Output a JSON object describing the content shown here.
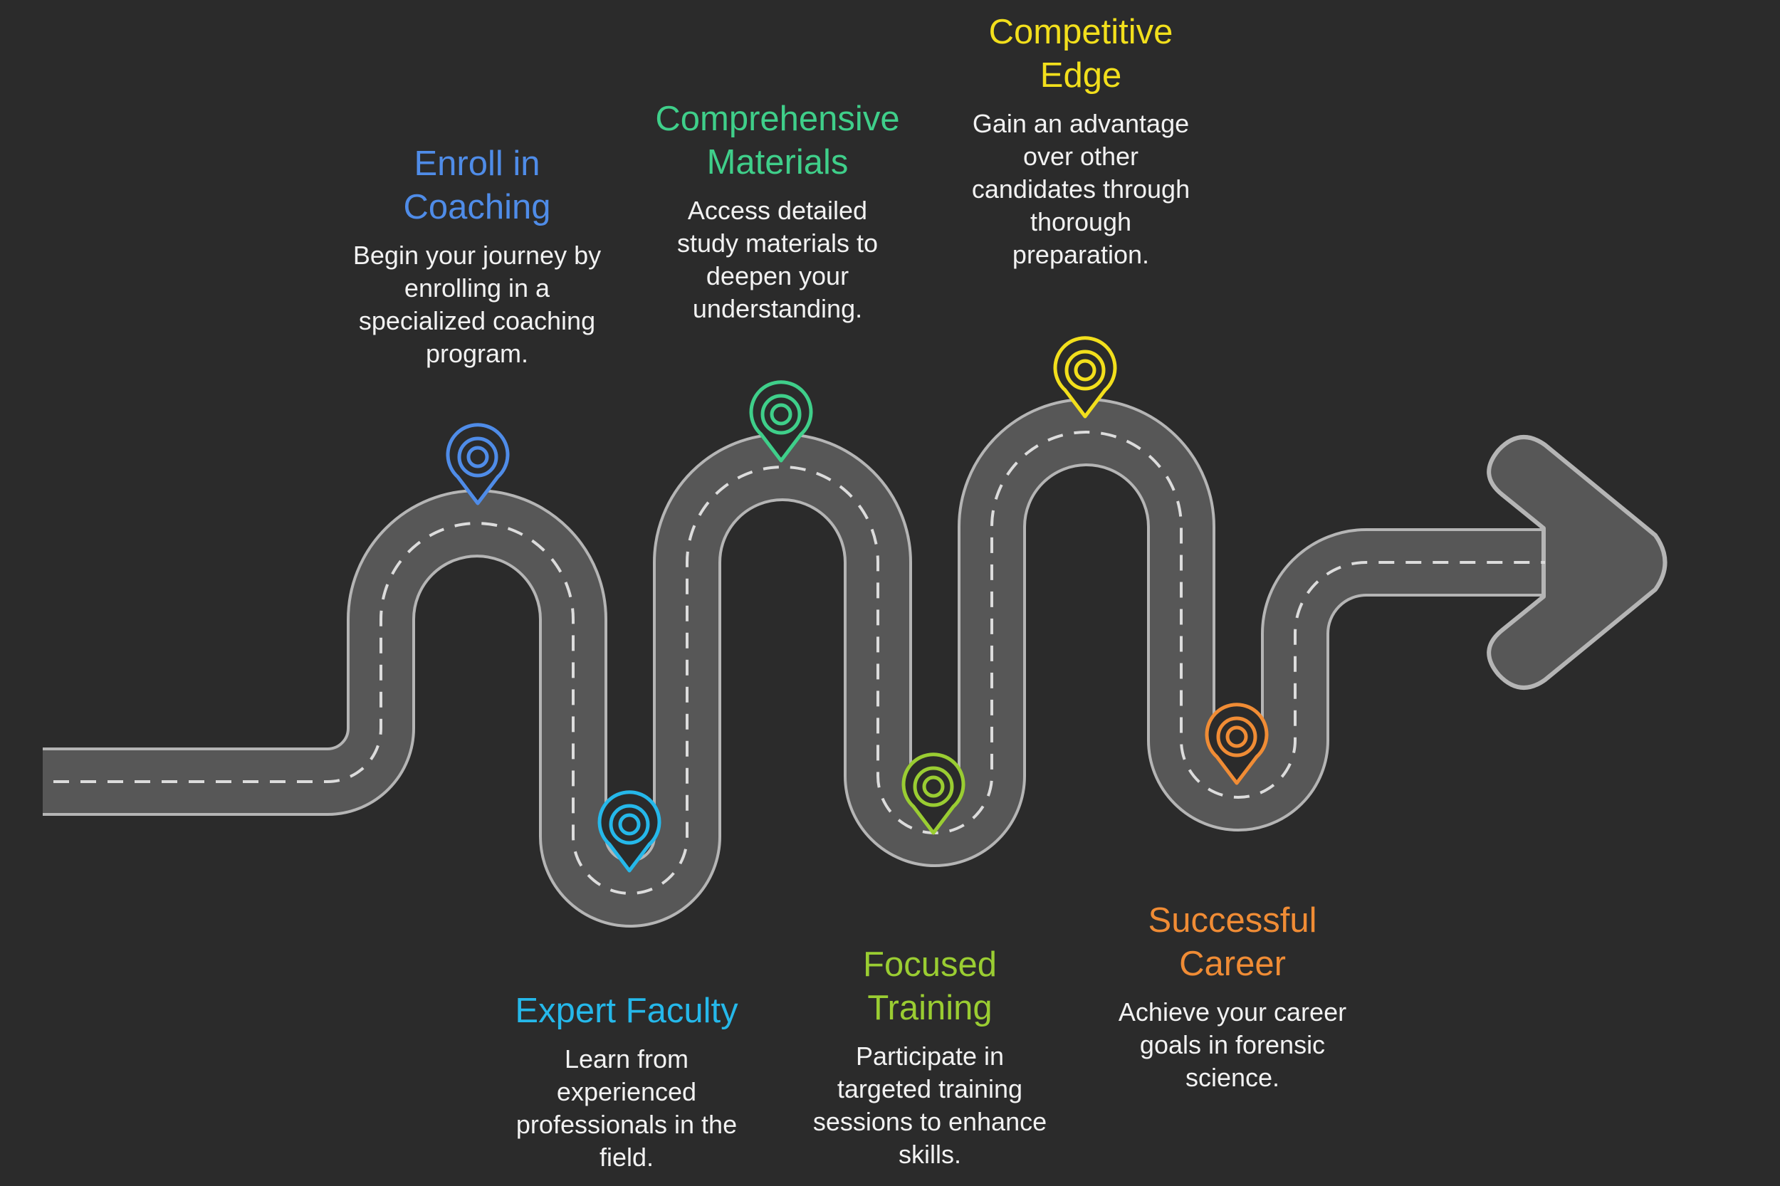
{
  "colors": {
    "background": "#2b2b2b",
    "road": "#575757",
    "road_border": "#b5b5b5",
    "dash": "#dcdcdc"
  },
  "steps": [
    {
      "title": "Enroll in\nCoaching",
      "description": "Begin your journey by\nenrolling in a\nspecialized coaching\nprogram.",
      "color": "#4f8ce8",
      "icon": "map-pin-icon"
    },
    {
      "title": "Expert Faculty",
      "description": "Learn from\nexperienced\nprofessionals in the\nfield.",
      "color": "#25b8ea",
      "icon": "map-pin-icon"
    },
    {
      "title": "Comprehensive\nMaterials",
      "description": "Access detailed\nstudy materials to\ndeepen your\nunderstanding.",
      "color": "#3fcf8a",
      "icon": "map-pin-icon"
    },
    {
      "title": "Focused\nTraining",
      "description": "Participate in\ntargeted training\nsessions to enhance\nskills.",
      "color": "#9acd32",
      "icon": "map-pin-icon"
    },
    {
      "title": "Competitive\nEdge",
      "description": "Gain an advantage\nover other\ncandidates through\nthorough\npreparation.",
      "color": "#f2df1c",
      "icon": "map-pin-icon"
    },
    {
      "title": "Successful\nCareer",
      "description": "Achieve your career\ngoals in forensic\nscience.",
      "color": "#f08c35",
      "icon": "map-pin-icon"
    }
  ]
}
